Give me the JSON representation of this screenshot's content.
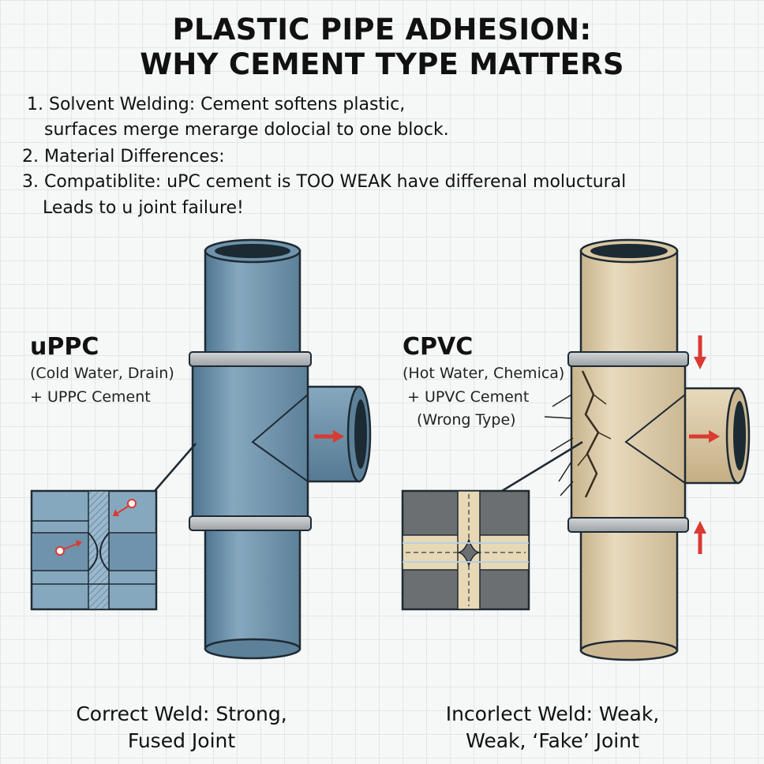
{
  "title": {
    "line1": "PLASTIC PIPE ADHESION:",
    "line2": "WHY CEMENT TYPE MATTERS"
  },
  "points": [
    {
      "line": "1. Solvent Welding: Cement softens plastic,"
    },
    {
      "line": "surfaces merge merarge dolocial to one block."
    },
    {
      "line": "2. Material Differences:"
    },
    {
      "line": "3. Compatiblite: uPC cement is TOO WEAK have differenal moluctural"
    },
    {
      "line": "Leads to u joint failure!"
    }
  ],
  "left_panel": {
    "name": "uPPC",
    "use": "(Cold Water, Drain)",
    "cement": "+ UPPC Cement",
    "caption_line1": "Correct Weld: Strong,",
    "caption_line2": "Fused Joint",
    "pipe_color": "#6f93ac"
  },
  "right_panel": {
    "name": "CPVC",
    "use": "(Hot Water, Chemica)",
    "cement": "+ UPVC Cement",
    "cement_note": "(Wrong Type)",
    "caption_line1": "Incorlect Weld: Weak,",
    "caption_line2": "Weak, ‘Fake’ Joint",
    "pipe_color": "#d9c8a4"
  },
  "colors": {
    "arrow": "#d93a32",
    "band": "#b9bdbf",
    "outline": "#222222"
  }
}
